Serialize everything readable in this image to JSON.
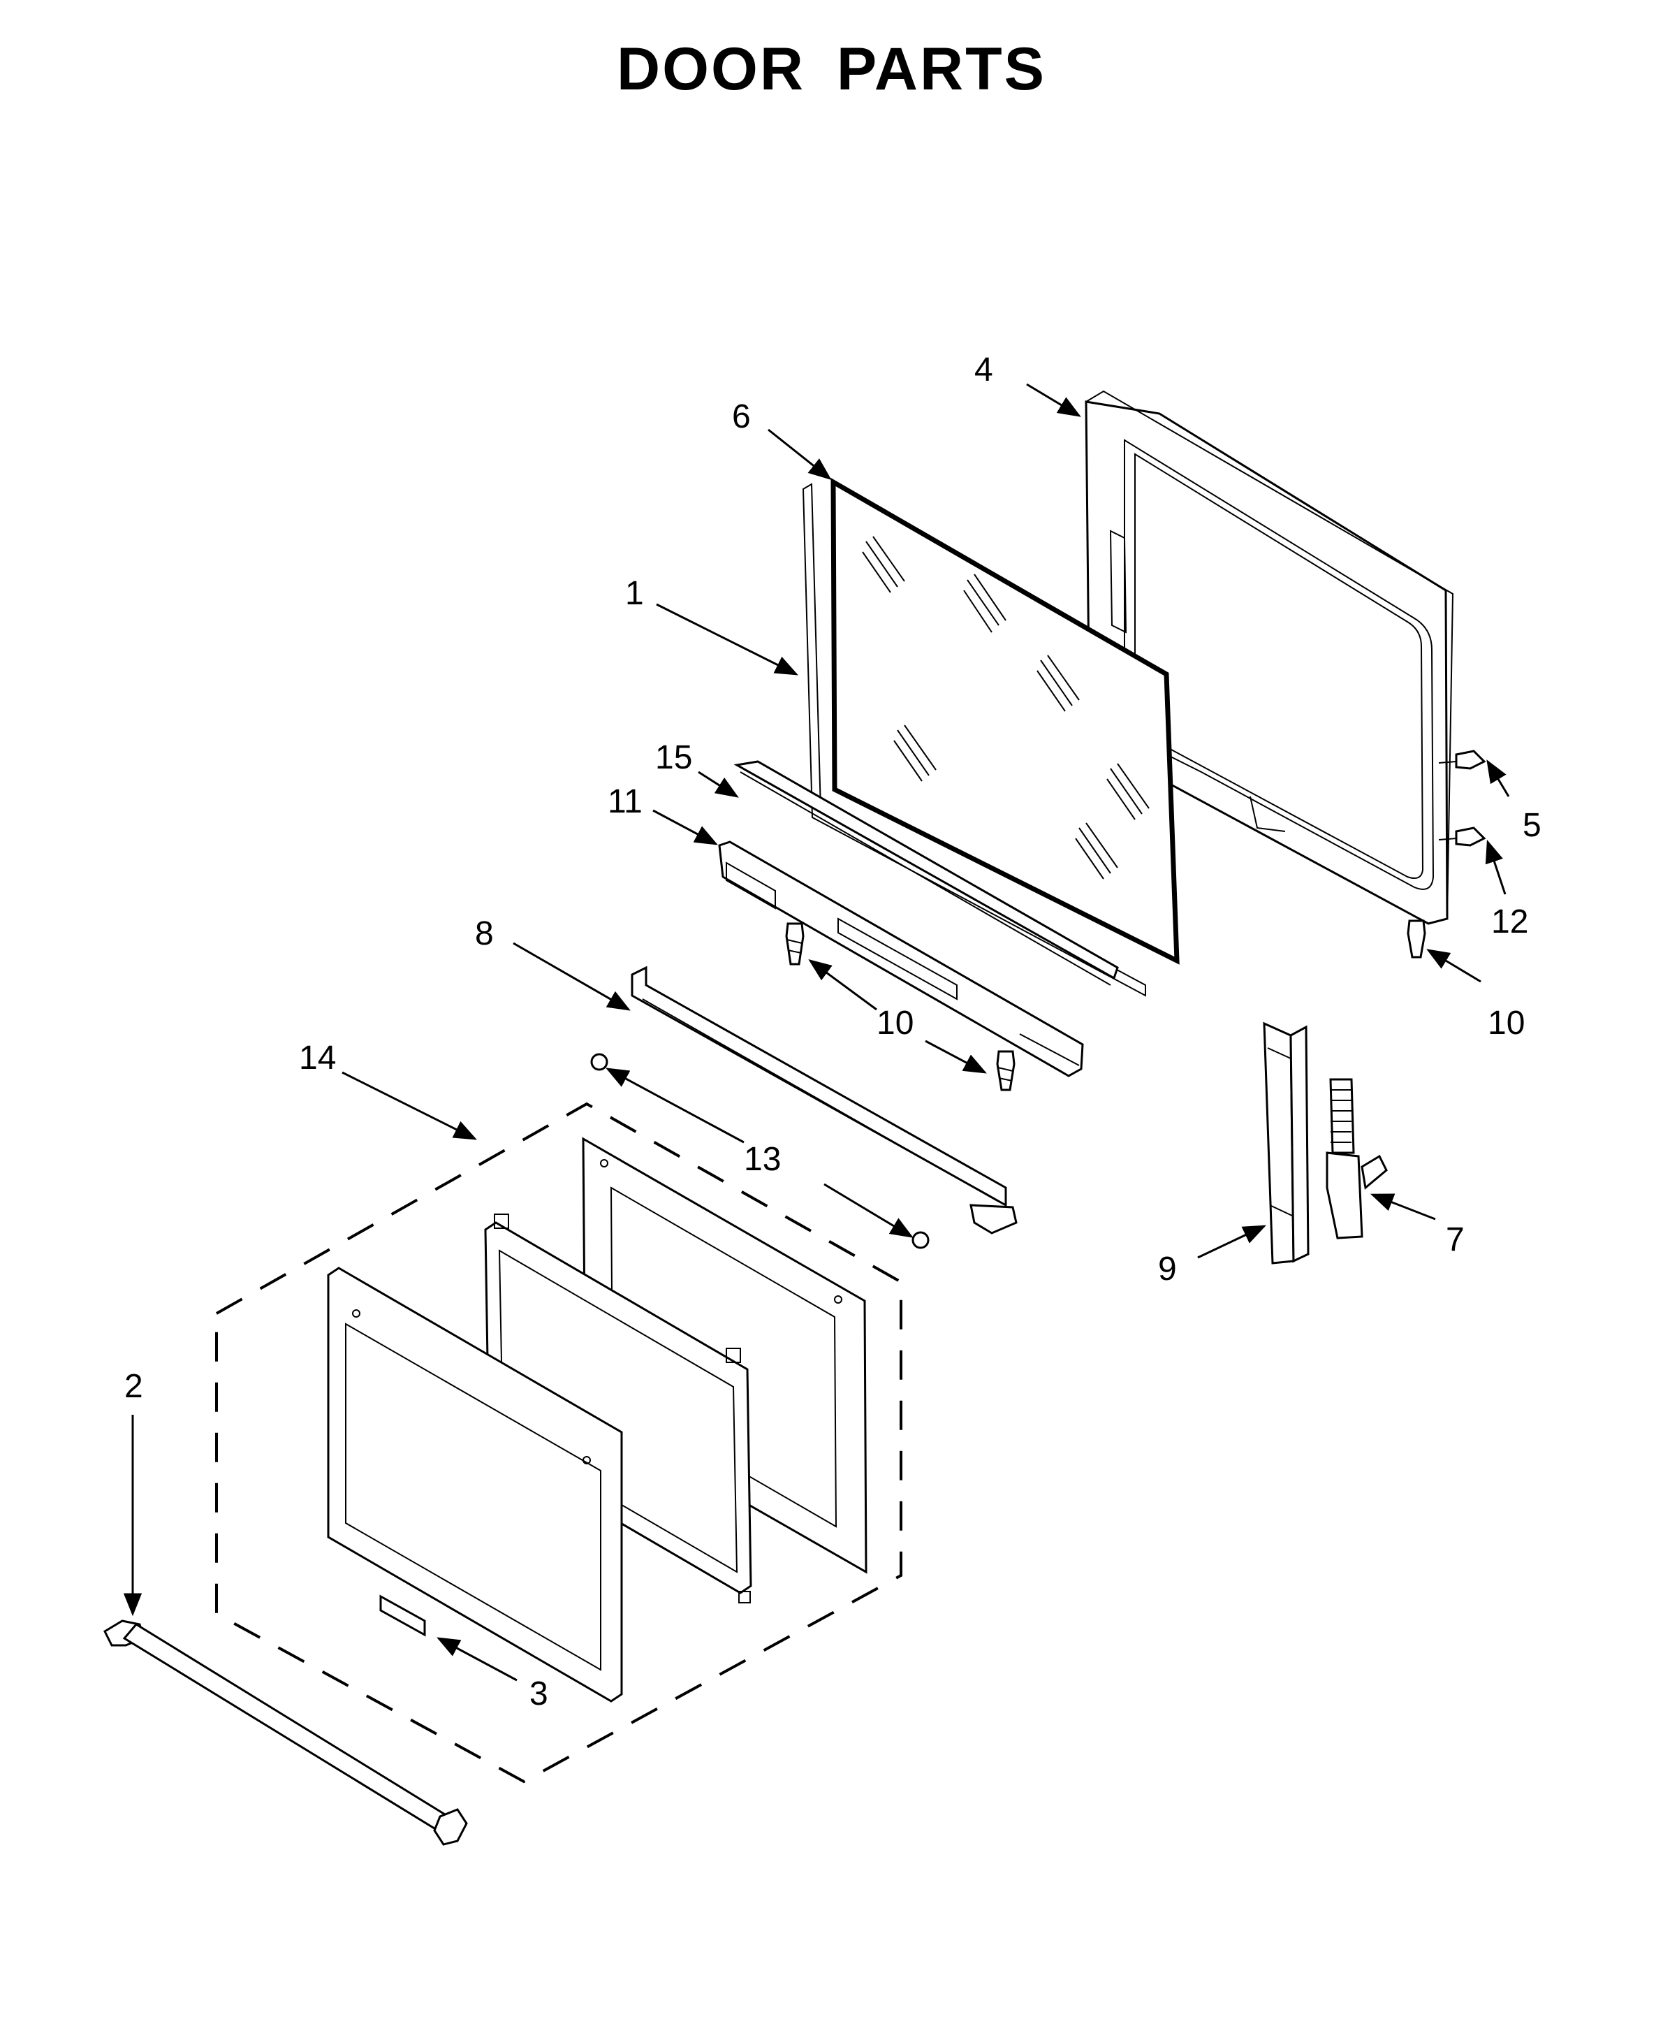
{
  "title": "DOOR PARTS",
  "callouts": {
    "c1": "1",
    "c2": "2",
    "c3": "3",
    "c4": "4",
    "c5": "5",
    "c6": "6",
    "c7": "7",
    "c8": "8",
    "c9": "9",
    "c10a": "10",
    "c10b": "10",
    "c11": "11",
    "c12": "12",
    "c13": "13",
    "c14": "14",
    "c15": "15"
  }
}
